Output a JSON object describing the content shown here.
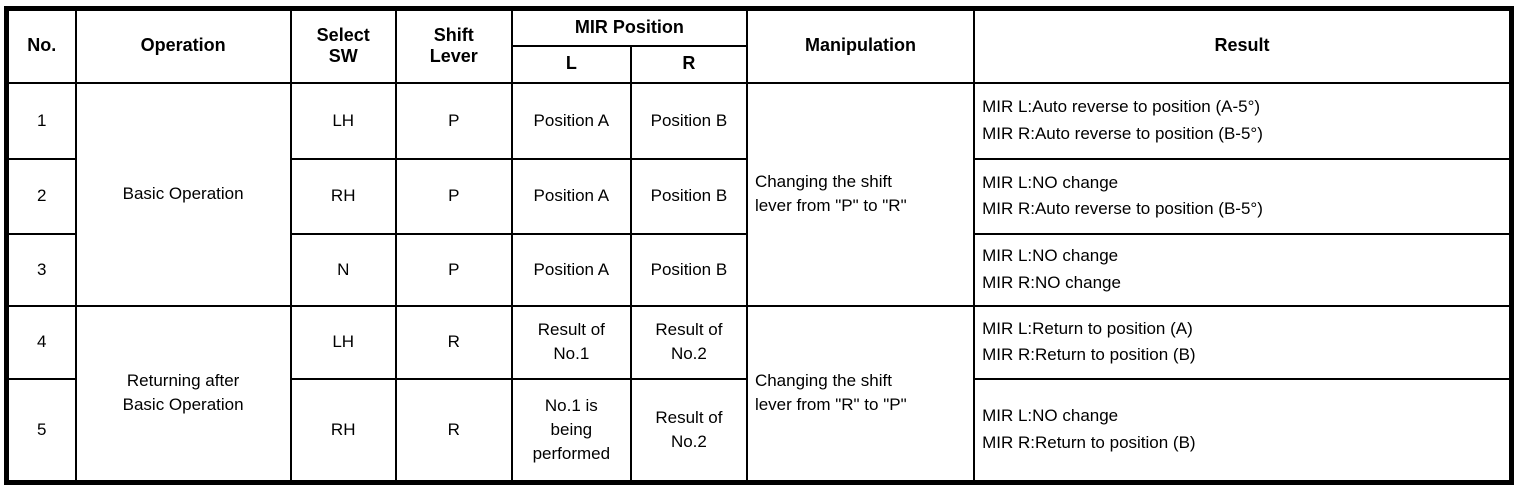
{
  "table": {
    "header": {
      "no": "No.",
      "operation": "Operation",
      "select_sw": "Select\nSW",
      "shift_lever": "Shift\nLever",
      "mir_position": "MIR Position",
      "mir_l": "L",
      "mir_r": "R",
      "manipulation": "Manipulation",
      "result": "Result"
    },
    "groups": [
      {
        "operation": "Basic Operation",
        "manipulation": "Changing the shift\nlever from \"P\" to \"R\""
      },
      {
        "operation": "Returning after\nBasic Operation",
        "manipulation": "Changing the shift\nlever from \"R\" to \"P\""
      }
    ],
    "rows": [
      {
        "no": "1",
        "select_sw": "LH",
        "shift_lever": "P",
        "mir_l": "Position A",
        "mir_r": "Position B",
        "result": "MIR L:Auto reverse to position (A-5°)\nMIR R:Auto reverse to position (B-5°)"
      },
      {
        "no": "2",
        "select_sw": "RH",
        "shift_lever": "P",
        "mir_l": "Position A",
        "mir_r": "Position B",
        "result": "MIR L:NO change\nMIR R:Auto reverse to position (B-5°)"
      },
      {
        "no": "3",
        "select_sw": "N",
        "shift_lever": "P",
        "mir_l": "Position A",
        "mir_r": "Position B",
        "result": "MIR L:NO change\nMIR R:NO change"
      },
      {
        "no": "4",
        "select_sw": "LH",
        "shift_lever": "R",
        "mir_l": "Result of\nNo.1",
        "mir_r": "Result of\nNo.2",
        "result": "MIR L:Return to position (A)\nMIR R:Return to position (B)"
      },
      {
        "no": "5",
        "select_sw": "RH",
        "shift_lever": "R",
        "mir_l": "No.1 is\nbeing\nperformed",
        "mir_r": "Result of\nNo.2",
        "result": "MIR L:NO change\nMIR R:Return to position (B)"
      }
    ]
  }
}
